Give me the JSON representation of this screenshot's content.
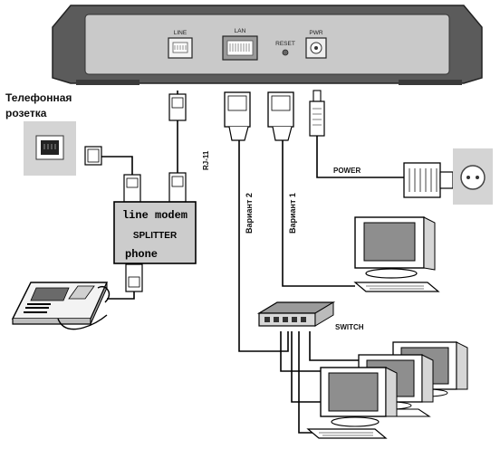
{
  "router": {
    "ports": {
      "line": "LINE",
      "lan": "LAN",
      "reset": "RESET",
      "pwr": "PWR"
    }
  },
  "labels": {
    "phone_socket": "Телефонная розетка",
    "rj11": "RJ-11",
    "variant_2": "Вариант 2",
    "variant_1": "Вариант 1",
    "power": "POWER",
    "switch": "SWITCH"
  },
  "splitter": {
    "line_modem": "line modem",
    "title": "SPLITTER",
    "phone": "phone"
  },
  "colors": {
    "device": "#5b5b5b",
    "device_dark": "#3a3a3a",
    "panel": "#c9c9c9",
    "screen": "#8e8e8e",
    "wall": "#d4d4d4",
    "cable": "#000000"
  }
}
